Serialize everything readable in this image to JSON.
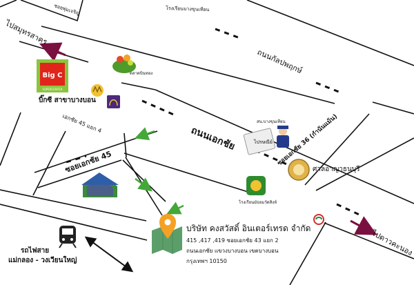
{
  "map": {
    "roads": {
      "main_road": "ถนนเอกชัย",
      "kalapaphruek": "ถนนกัลปพฤกษ์",
      "soi_45": "ซอยเอกชัย 45",
      "soi_45_yaek_4": "เอกชัย 45 แยก 4",
      "soi_36": "ซอยเอกชัย 36 (กำนันแม้น)",
      "top_small_road": "ซอยพุ่มเจริญ",
      "top_right_small_road": "โรงเรียนบางขุนเทียน"
    },
    "directions": {
      "to_samut_sakhon": "ไปสมุทรสาคร",
      "to_dao_khanong": "ไปดาวคะนอง"
    },
    "landmarks": {
      "bigc_logo": "Big C",
      "bigc_logo_sub": "SUPERCENTER",
      "bigc_label": "บิ๊กซี สาขาบางบอน",
      "market_label": "ตลาดบินทอง",
      "post_office_label": "ไปรษณีย์",
      "police_label": "สน.บางขุนเทียน",
      "court_label": "ศาลอาญาธนบุรี",
      "school_label": "โรงเรียนมัธยมวัดสิงห์",
      "train_label_line1": "รถไฟสาย",
      "train_label_line2": "แม่กลอง - วงเวียนใหญ่"
    },
    "company": {
      "name": "บริษัท คงสวัสดิ์ อินเตอร์เทรด จำกัด",
      "address_line1": "415 ,417 ,419 ซอยเอกชัย 43 แยก 2",
      "address_line2": "ถนนเอกชัย แขวงบางบอน เขตบางบอน",
      "address_line3": "กรุงเทพฯ 10150"
    },
    "colors": {
      "road_line": "#111111",
      "direction_arrow": "#7a1040",
      "green_arrow": "#43a838",
      "bigc_green": "#8bc53f",
      "bigc_red": "#e1251b",
      "pin_orange": "#f4a125"
    }
  }
}
